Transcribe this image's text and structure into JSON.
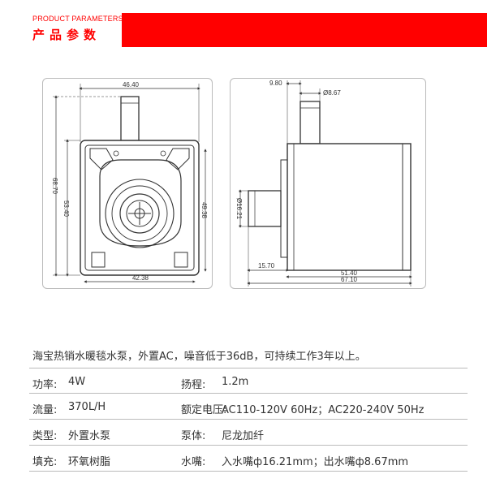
{
  "header": {
    "en_title": "PRODUCT PARAMETERS",
    "cn_title": "产品参数"
  },
  "drawing_front": {
    "dims": {
      "top_width": "46.40",
      "bottom_width": "42.38",
      "left_outer_height": "68.70",
      "left_inner_height": "53.40",
      "right_height": "49.38"
    }
  },
  "drawing_side": {
    "dims": {
      "outlet_offset": "9.80",
      "outlet_diameter": "Ø8.67",
      "inlet_diameter": "Ø16.21",
      "inlet_length": "15.70",
      "body_length": "51.40",
      "total_length": "67.10"
    }
  },
  "description": "海宝热销水暖毯水泵，外置AC，噪音低于36dB，可持续工作3年以上。",
  "specs": [
    {
      "label1": "功率:",
      "value1": "4W",
      "label2": "扬程:",
      "value2": "1.2m"
    },
    {
      "label1": "流量:",
      "value1": "370L/H",
      "label2": "额定电压:",
      "value2": "AC110-120V 60Hz；AC220-240V 50Hz"
    },
    {
      "label1": "类型:",
      "value1": "外置水泵",
      "label2": "泵体:",
      "value2": "尼龙加纤"
    },
    {
      "label1": "填充:",
      "value1": "环氧树脂",
      "label2": "水嘴:",
      "value2": "入水嘴ф16.21mm；出水嘴ф8.67mm"
    }
  ]
}
